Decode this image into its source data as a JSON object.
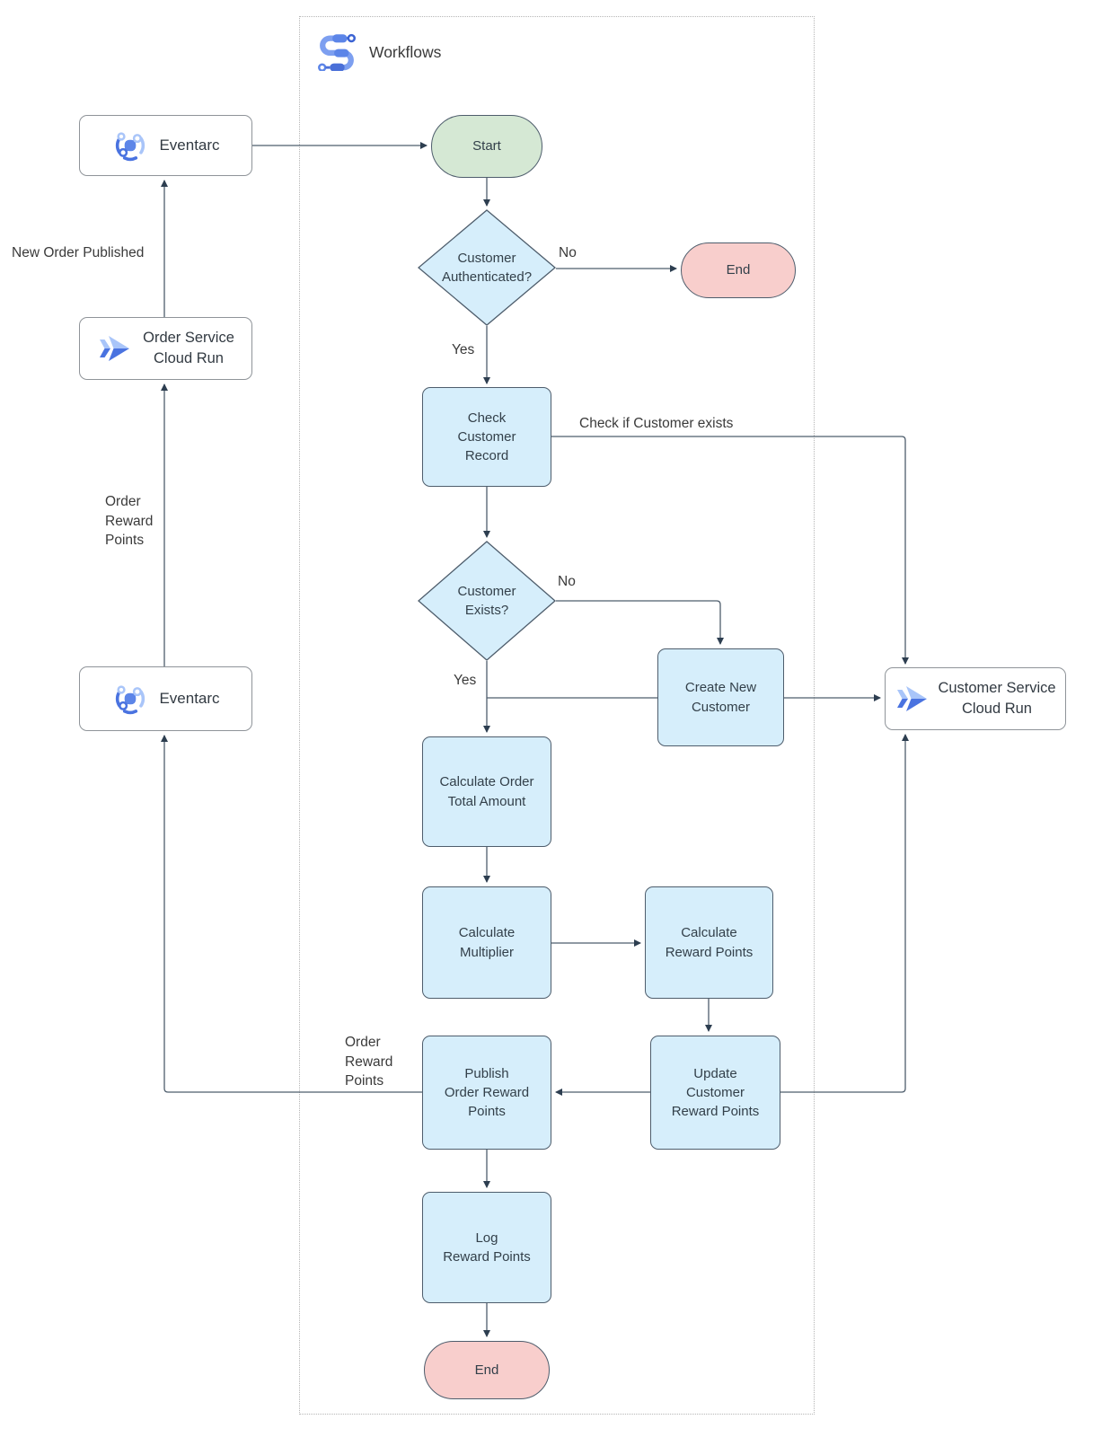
{
  "header": {
    "title": "Workflows"
  },
  "external": {
    "eventarc_top": "Eventarc",
    "order_service": "Order Service\nCloud Run",
    "eventarc_bottom": "Eventarc",
    "customer_service": "Customer Service\nCloud Run"
  },
  "nodes": {
    "start": "Start",
    "customer_authenticated": "Customer\nAuthenticated?",
    "end_top": "End",
    "check_customer_record": "Check\nCustomer\nRecord",
    "customer_exists": "Customer\nExists?",
    "create_new_customer": "Create New\nCustomer",
    "calculate_order_total": "Calculate Order\nTotal Amount",
    "calculate_multiplier": "Calculate\nMultiplier",
    "calculate_reward_points": "Calculate\nReward Points",
    "publish_order_reward_points": "Publish\nOrder Reward\nPoints",
    "update_customer_reward_points": "Update\nCustomer\nReward Points",
    "log_reward_points": "Log\nReward Points",
    "end_bottom": "End"
  },
  "edge_labels": {
    "new_order_published": "New Order Published",
    "order_reward_points_left": "Order\nReward\nPoints",
    "no_top": "No",
    "yes_top": "Yes",
    "check_if_customer_exists": "Check if Customer exists",
    "no_mid": "No",
    "yes_mid": "Yes",
    "order_reward_points_right": "Order\nReward\nPoints"
  },
  "colors": {
    "process_fill": "#d6eefb",
    "start_fill": "#d5e8d4",
    "end_fill": "#f8cecc",
    "shape_border": "#4e5d6c",
    "edge_stroke": "#4e5d6c",
    "icon_blue": "#4285f4",
    "icon_light_blue": "#a9c5f9"
  }
}
